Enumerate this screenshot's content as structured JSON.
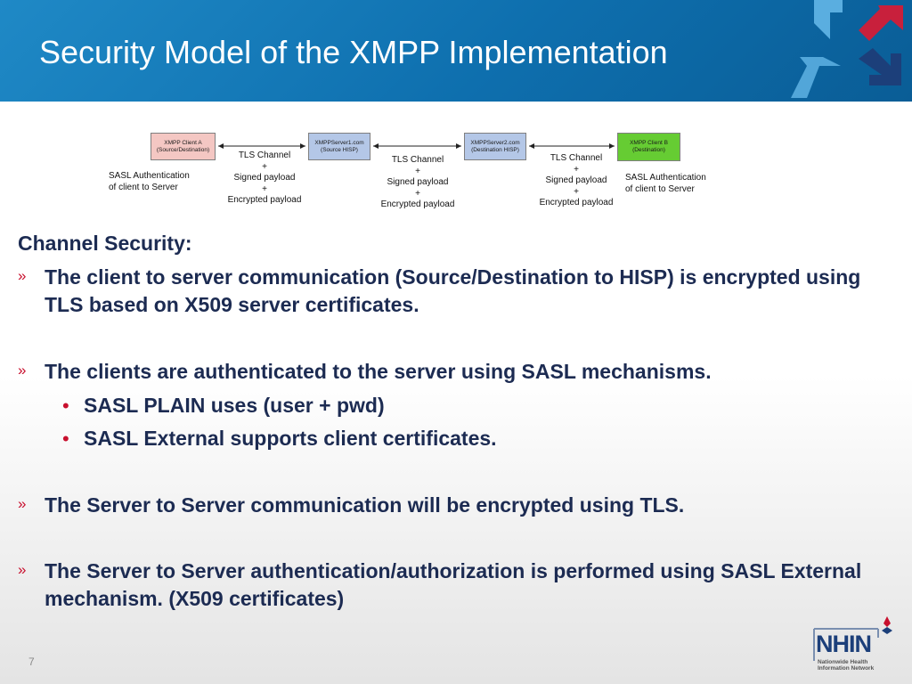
{
  "slide": {
    "title": "Security Model of the XMPP Implementation",
    "page_number": "7"
  },
  "diagram": {
    "nodes": [
      {
        "line1": "XMPP Client A",
        "line2": "(Source/Destination)",
        "color": "#f4c7c3"
      },
      {
        "line1": "XMPPServer1.com",
        "line2": "(Source HISP)",
        "color": "#b4c7e7"
      },
      {
        "line1": "XMPPServer2.com",
        "line2": "(Destination HISP)",
        "color": "#b4c7e7"
      },
      {
        "line1": "XMPP Client B",
        "line2": "(Destination)",
        "color": "#66cc33"
      }
    ],
    "channels": [
      {
        "l1": "TLS Channel",
        "l2": "+",
        "l3": "Signed payload",
        "l4": "+",
        "l5": "Encrypted payload"
      },
      {
        "l1": "TLS Channel",
        "l2": "+",
        "l3": "Signed payload",
        "l4": "+",
        "l5": "Encrypted payload"
      },
      {
        "l1": "TLS Channel",
        "l2": "+",
        "l3": "Signed payload",
        "l4": "+",
        "l5": "Encrypted payload"
      }
    ],
    "sasl_left": {
      "l1": "SASL Authentication",
      "l2": "of client to Server"
    },
    "sasl_right": {
      "l1": "SASL Authentication",
      "l2": "of client to Server"
    }
  },
  "content": {
    "heading": "Channel Security:",
    "bullet_marker": "»",
    "sub_marker": "•",
    "bullets": [
      "The client to server communication (Source/Destination to HISP) is encrypted using TLS based on X509 server certificates.",
      "The clients are authenticated to the server using SASL mechanisms.",
      "The Server to Server communication will be encrypted using TLS.",
      "The Server to Server authentication/authorization is performed using SASL External mechanism. (X509 certificates)"
    ],
    "sub_bullets": [
      "SASL PLAIN uses (user + pwd)",
      "SASL External supports client certificates."
    ]
  },
  "logo": {
    "word": "NHIN",
    "sub1": "Nationwide Health",
    "sub2": "Information Network"
  },
  "colors": {
    "header_blue": "#1479bb",
    "text_navy": "#1c2b52",
    "bullet_red": "#c8102e"
  }
}
